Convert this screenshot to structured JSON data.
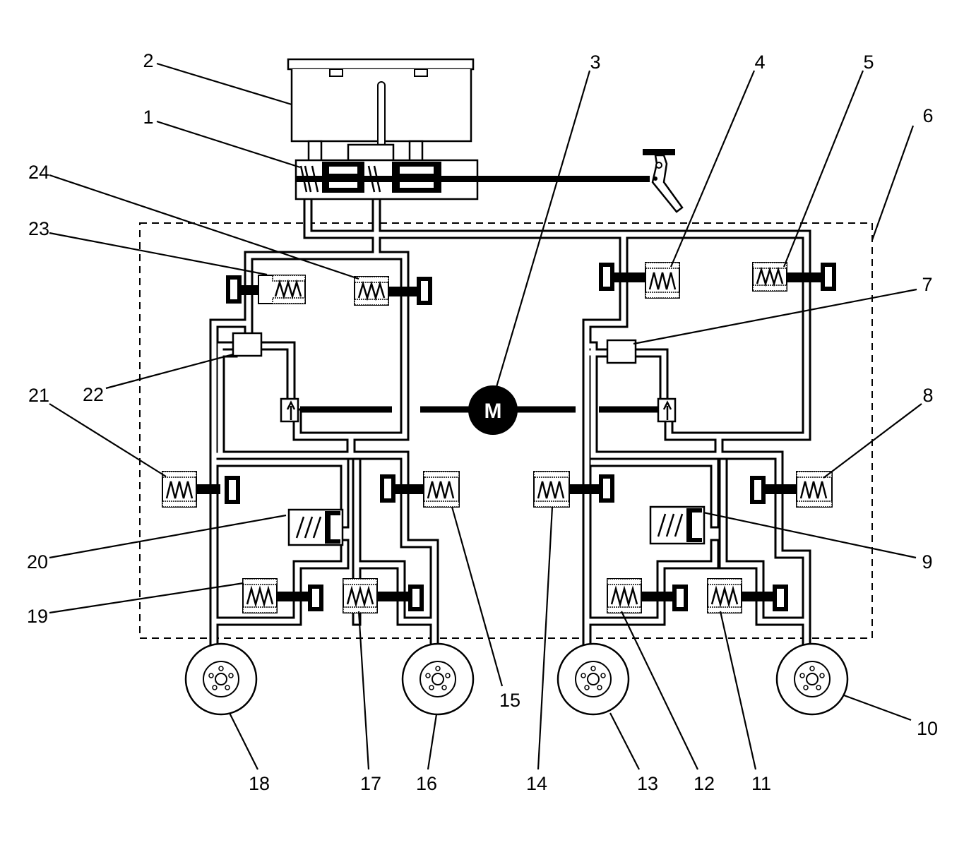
{
  "diagram": {
    "motor_symbol": "M",
    "callouts": [
      {
        "id": "c1",
        "text": "1"
      },
      {
        "id": "c2",
        "text": "2"
      },
      {
        "id": "c3",
        "text": "3"
      },
      {
        "id": "c4",
        "text": "4"
      },
      {
        "id": "c5",
        "text": "5"
      },
      {
        "id": "c6",
        "text": "6"
      },
      {
        "id": "c7",
        "text": "7"
      },
      {
        "id": "c8",
        "text": "8"
      },
      {
        "id": "c9",
        "text": "9"
      },
      {
        "id": "c10",
        "text": "10"
      },
      {
        "id": "c11",
        "text": "11"
      },
      {
        "id": "c12",
        "text": "12"
      },
      {
        "id": "c13",
        "text": "13"
      },
      {
        "id": "c14",
        "text": "14"
      },
      {
        "id": "c15",
        "text": "15"
      },
      {
        "id": "c16",
        "text": "16"
      },
      {
        "id": "c17",
        "text": "17"
      },
      {
        "id": "c18",
        "text": "18"
      },
      {
        "id": "c19",
        "text": "19"
      },
      {
        "id": "c20",
        "text": "20"
      },
      {
        "id": "c21",
        "text": "21"
      },
      {
        "id": "c22",
        "text": "22"
      },
      {
        "id": "c23",
        "text": "23"
      },
      {
        "id": "c24",
        "text": "24"
      }
    ]
  }
}
